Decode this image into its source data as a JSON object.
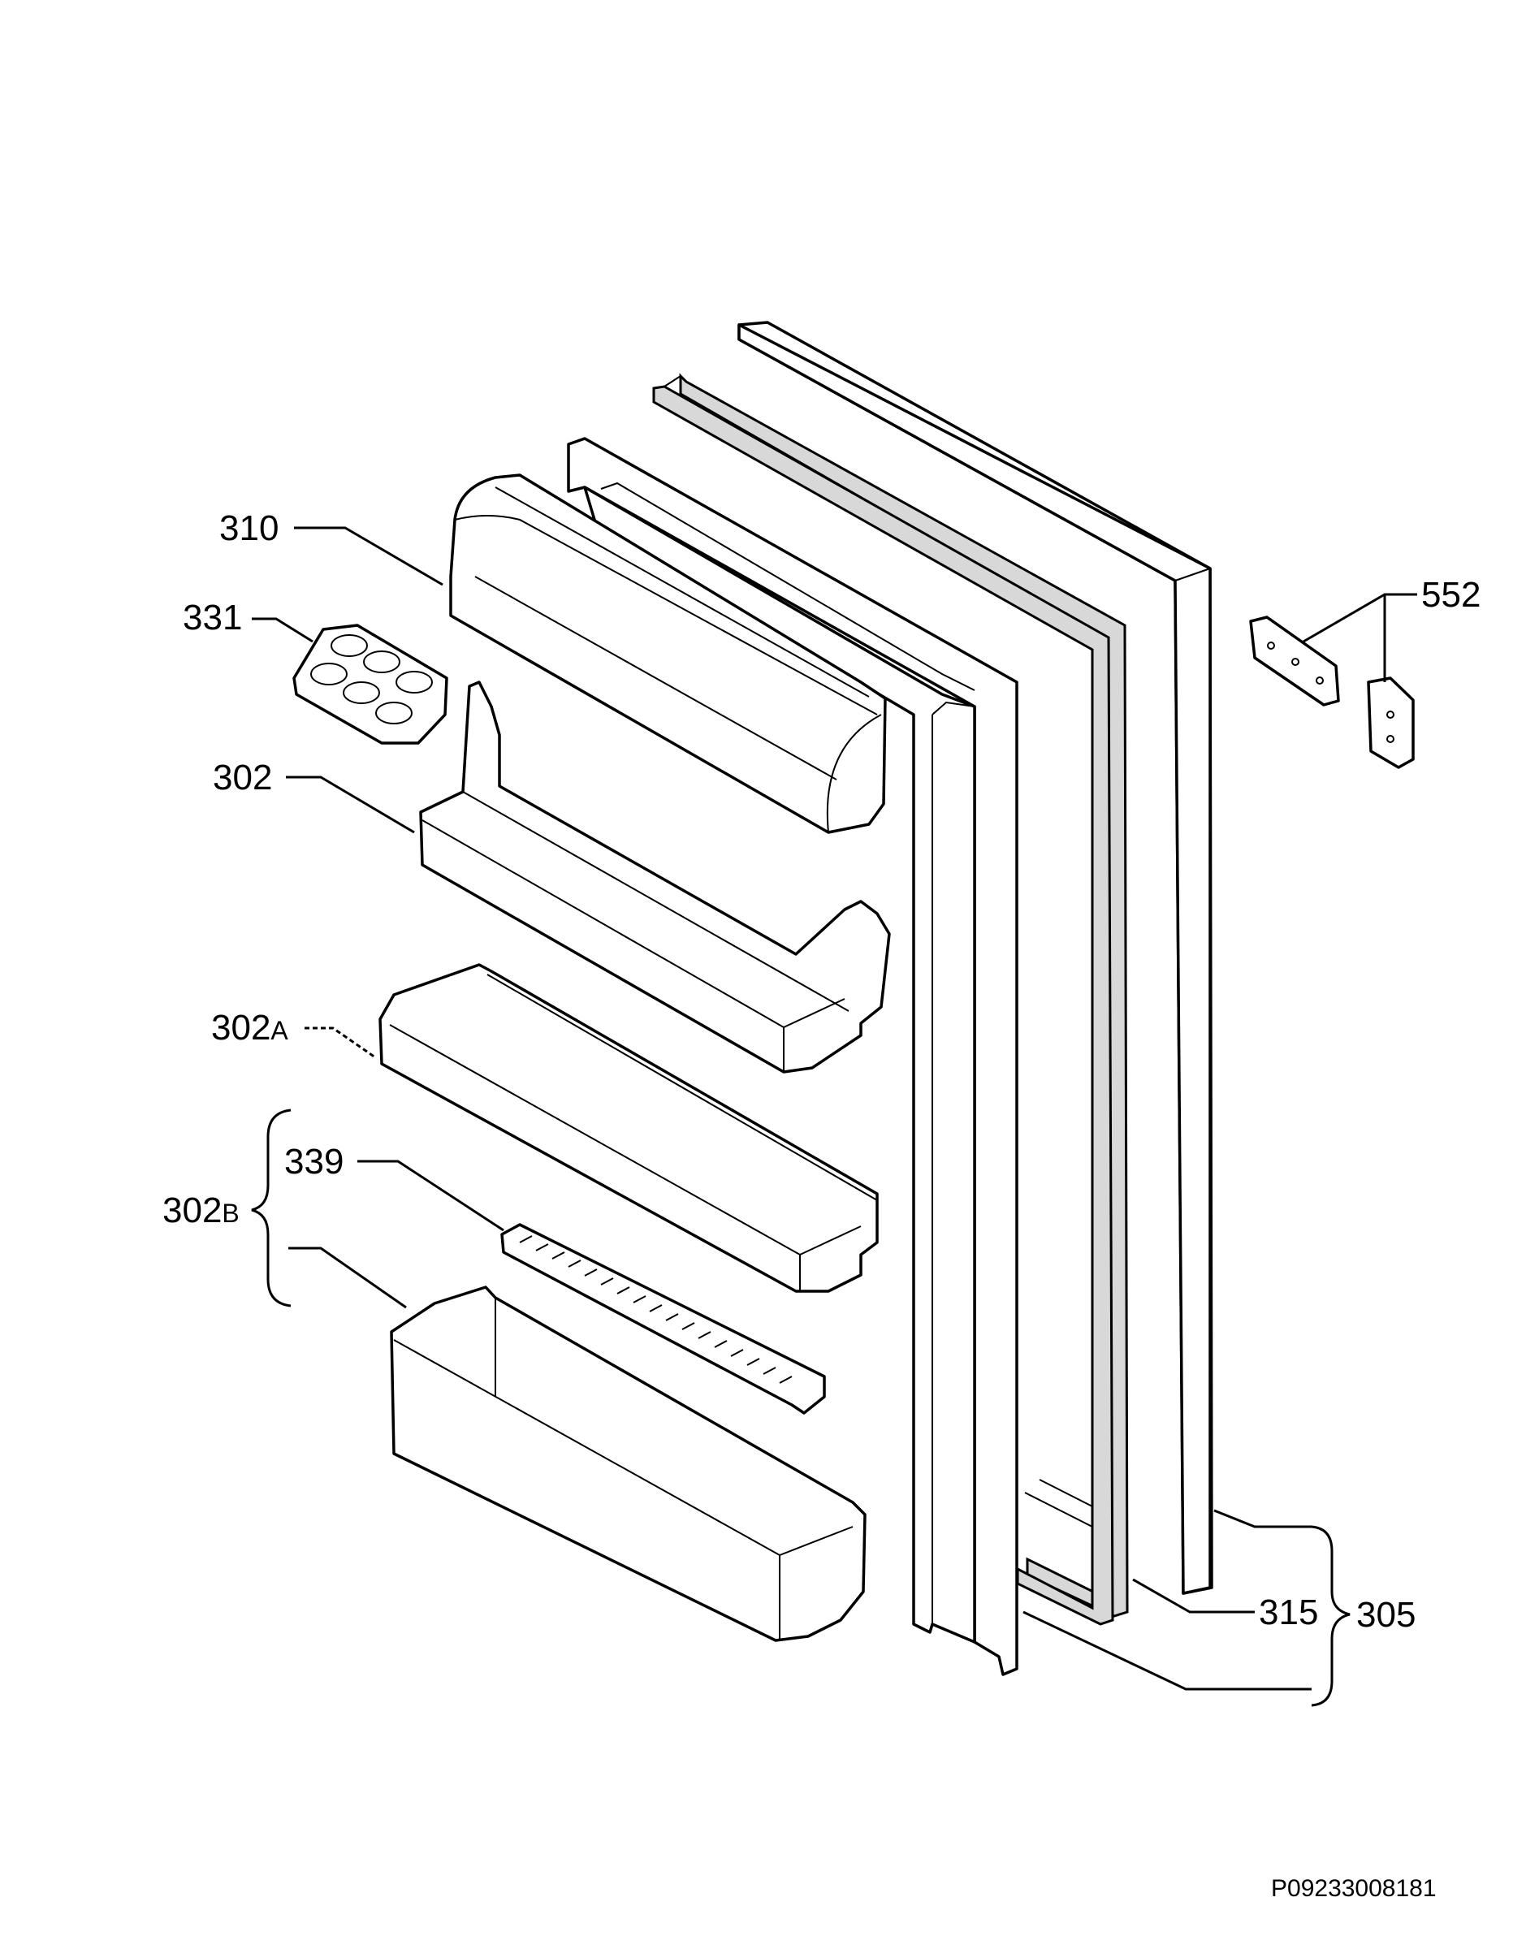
{
  "labels": {
    "p310": "310",
    "p331": "331",
    "p302": "302",
    "p302a_num": "302",
    "p302a_suffix": "A",
    "p302b_num": "302",
    "p302b_suffix": "B",
    "p339": "339",
    "p552": "552",
    "p315": "315",
    "p305": "305"
  },
  "diagram_code": "P09233008181"
}
